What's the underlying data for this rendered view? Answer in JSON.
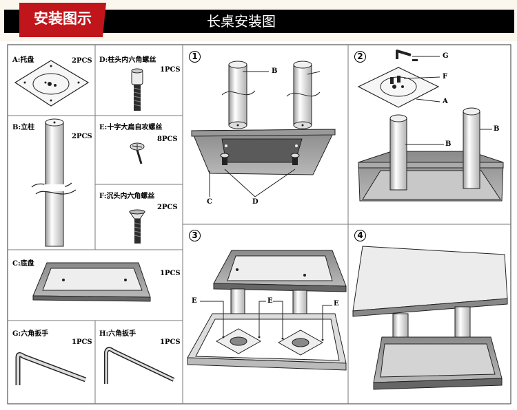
{
  "header": {
    "badge": "安装图示",
    "title": "长桌安装图"
  },
  "parts": {
    "A": {
      "label": "A:托盘",
      "qty": "2PCS"
    },
    "D": {
      "label": "D:柱头内六角螺丝",
      "qty": "1PCS"
    },
    "B": {
      "label": "B:立柱",
      "qty": "2PCS"
    },
    "E": {
      "label": "E:十字大扁自攻螺丝",
      "qty": "8PCS"
    },
    "F": {
      "label": "F:沉头内六角螺丝",
      "qty": "2PCS"
    },
    "C": {
      "label": "C:底盘",
      "qty": "1PCS"
    },
    "G": {
      "label": "G:六角扳手",
      "qty": "1PCS"
    },
    "H": {
      "label": "H:六角扳手",
      "qty": "1PCS"
    }
  },
  "steps": {
    "s1": {
      "num": "1",
      "tags": [
        "B",
        "C",
        "D"
      ]
    },
    "s2": {
      "num": "2",
      "tags": [
        "G",
        "F",
        "A",
        "B",
        "B"
      ]
    },
    "s3": {
      "num": "3",
      "tags": [
        "E",
        "E",
        "E"
      ]
    },
    "s4": {
      "num": "4"
    }
  }
}
